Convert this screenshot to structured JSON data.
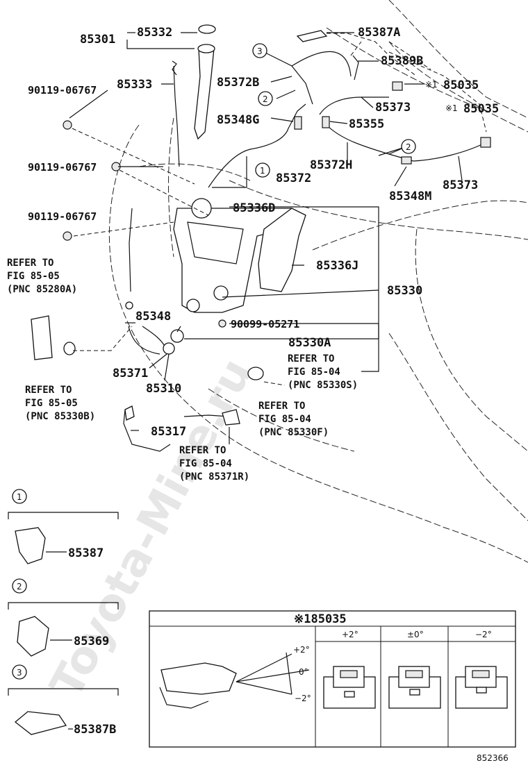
{
  "watermark": "Toyota-Mine.ru",
  "diagram_id": "852366",
  "parts": {
    "p85301": "85301",
    "p85332": "85332",
    "p85333": "85333",
    "p85387A": "85387A",
    "p85389B": "85389B",
    "p85035a": "85035",
    "p85035b": "85035",
    "p85372B": "85372B",
    "p85373a": "85373",
    "p85373b": "85373",
    "p85348G": "85348G",
    "p85355": "85355",
    "p85372H": "85372H",
    "p85372": "85372",
    "p85348M": "85348M",
    "p85336D": "85336D",
    "p85336J": "85336J",
    "p85330": "85330",
    "p85348": "85348",
    "p85330A": "85330A",
    "p85371": "85371",
    "p85310": "85310",
    "p85317": "85317",
    "bolt1": "90119-06767",
    "bolt2": "90119-06767",
    "bolt3": "90119-06767",
    "clip": "90099-05271"
  },
  "mark": "※1",
  "refs": {
    "r1_line1": "REFER TO",
    "r1_line2": "FIG 85-05",
    "r1_line3": "(PNC 85280A)",
    "r2_line1": "REFER TO",
    "r2_line2": "FIG 85-05",
    "r2_line3": "(PNC 85330B)",
    "r3_line1": "REFER TO",
    "r3_line2": "FIG 85-04",
    "r3_line3": "(PNC 85330S)",
    "r4_line1": "REFER TO",
    "r4_line2": "FIG 85-04",
    "r4_line3": "(PNC 85330F)",
    "r5_line1": "REFER TO",
    "r5_line2": "FIG 85-04",
    "r5_line3": "(PNC 85371R)"
  },
  "callouts": [
    "1",
    "2",
    "3"
  ],
  "legend": [
    {
      "num": "1",
      "part": "85387"
    },
    {
      "num": "2",
      "part": "85369"
    },
    {
      "num": "3",
      "part": "85387B"
    }
  ],
  "inset": {
    "title": "※185035",
    "angle_top": "+2°",
    "angle_mid": "0°",
    "angle_bot": "−2°",
    "columns": [
      "+2°",
      "±0°",
      "−2°"
    ]
  }
}
